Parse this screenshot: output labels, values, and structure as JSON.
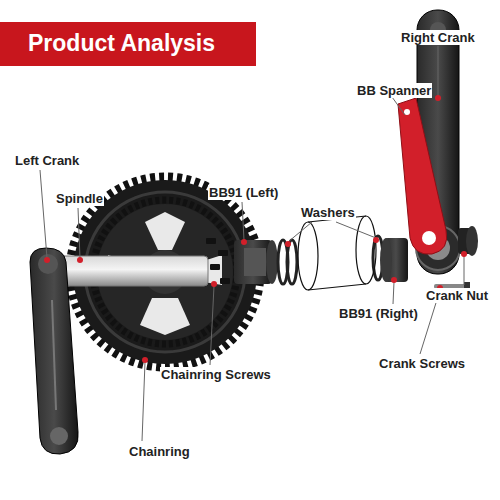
{
  "diagram": {
    "title": "Product Analysis",
    "labels": [
      "Right Crank",
      "BB Spanner",
      "Left Crank",
      "Spindle",
      "BB91 (Left)",
      "Washers",
      "Crank Nut",
      "BB91 (Right)",
      "Chainring Screws",
      "Crank Screws",
      "Chainring"
    ]
  }
}
